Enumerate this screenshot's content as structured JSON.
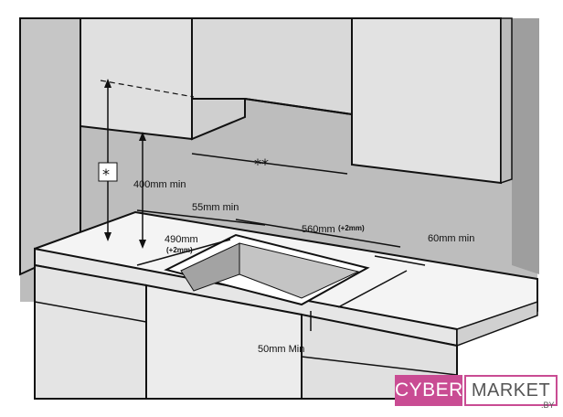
{
  "labels": {
    "star_single": "*",
    "star_double": "**",
    "height_min": "400mm min",
    "back_clearance": "55mm min",
    "cutout_width": "560mm",
    "cutout_width_tol": "(+2mm)",
    "cutout_depth": "490mm",
    "cutout_depth_tol": "(+2mm)",
    "side_clearance": "60mm min",
    "front_clearance": "50mm Min"
  },
  "logo": {
    "left": "CYBER",
    "right": "MARKET",
    "suffix": ".BY"
  },
  "colors": {
    "wall": "#bdbdbd",
    "wall_dark": "#a9a9a9",
    "cabinet": "#d6d6d6",
    "countertop": "#f2f2f2",
    "cutout": "#b3b3b3",
    "line": "#111111",
    "brand": "#c94c93"
  }
}
